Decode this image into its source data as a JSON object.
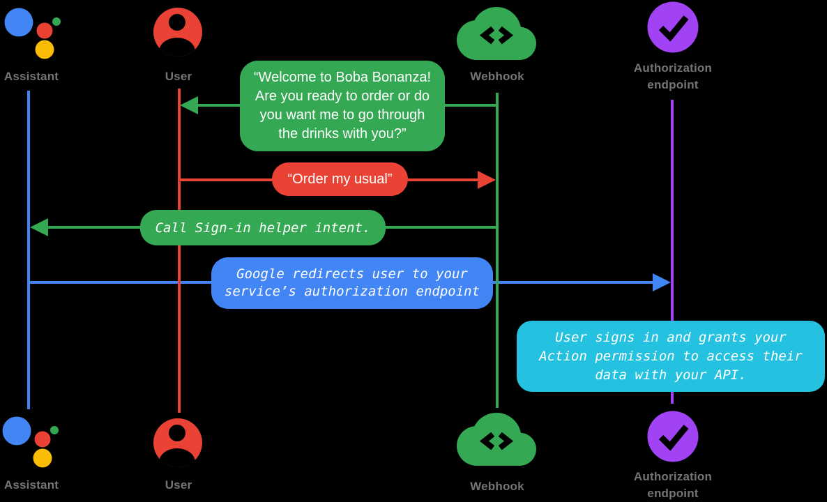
{
  "actors": [
    {
      "id": "assistant",
      "label": "Assistant",
      "icon": "assistant-logo-icon",
      "color": "#4285F4"
    },
    {
      "id": "user",
      "label": "User",
      "icon": "user-icon",
      "color": "#EA4335"
    },
    {
      "id": "webhook",
      "label": "Webhook",
      "icon": "webhook-cloud-icon",
      "color": "#34A853"
    },
    {
      "id": "authorization-endpoint",
      "label": "Authorization\nendpoint",
      "icon": "authorization-check-icon",
      "color": "#A142F4"
    }
  ],
  "messages": [
    {
      "from": "webhook",
      "to": "user",
      "kind": "speech",
      "color": "#34A853",
      "text": "“Welcome to Boba Bonanza!\nAre you ready to order or do\nyou want me to go through\nthe drinks with you?”"
    },
    {
      "from": "user",
      "to": "webhook",
      "kind": "speech",
      "color": "#EA4335",
      "text": "“Order my usual”"
    },
    {
      "from": "webhook",
      "to": "assistant",
      "kind": "code",
      "color": "#34A853",
      "text": "Call Sign-in helper intent."
    },
    {
      "from": "assistant",
      "to": "authorization-endpoint",
      "kind": "code",
      "color": "#4285F4",
      "text": "Google redirects user to your\nservice’s authorization endpoint"
    },
    {
      "at": "authorization-endpoint",
      "kind": "note",
      "color": "#24C1E0",
      "text": "User signs in and grants your\nAction permission to access their\ndata with your API."
    }
  ],
  "colors": {
    "background": "#000000",
    "assistant_blue": "#4285F4",
    "user_red": "#EA4335",
    "webhook_green": "#34A853",
    "authorization_purple": "#A142F4",
    "note_cyan": "#24C1E0",
    "label_gray": "#757575",
    "logo_yellow": "#FBBC05",
    "logo_green": "#34A853",
    "bubble_text": "#FFFFFF"
  }
}
